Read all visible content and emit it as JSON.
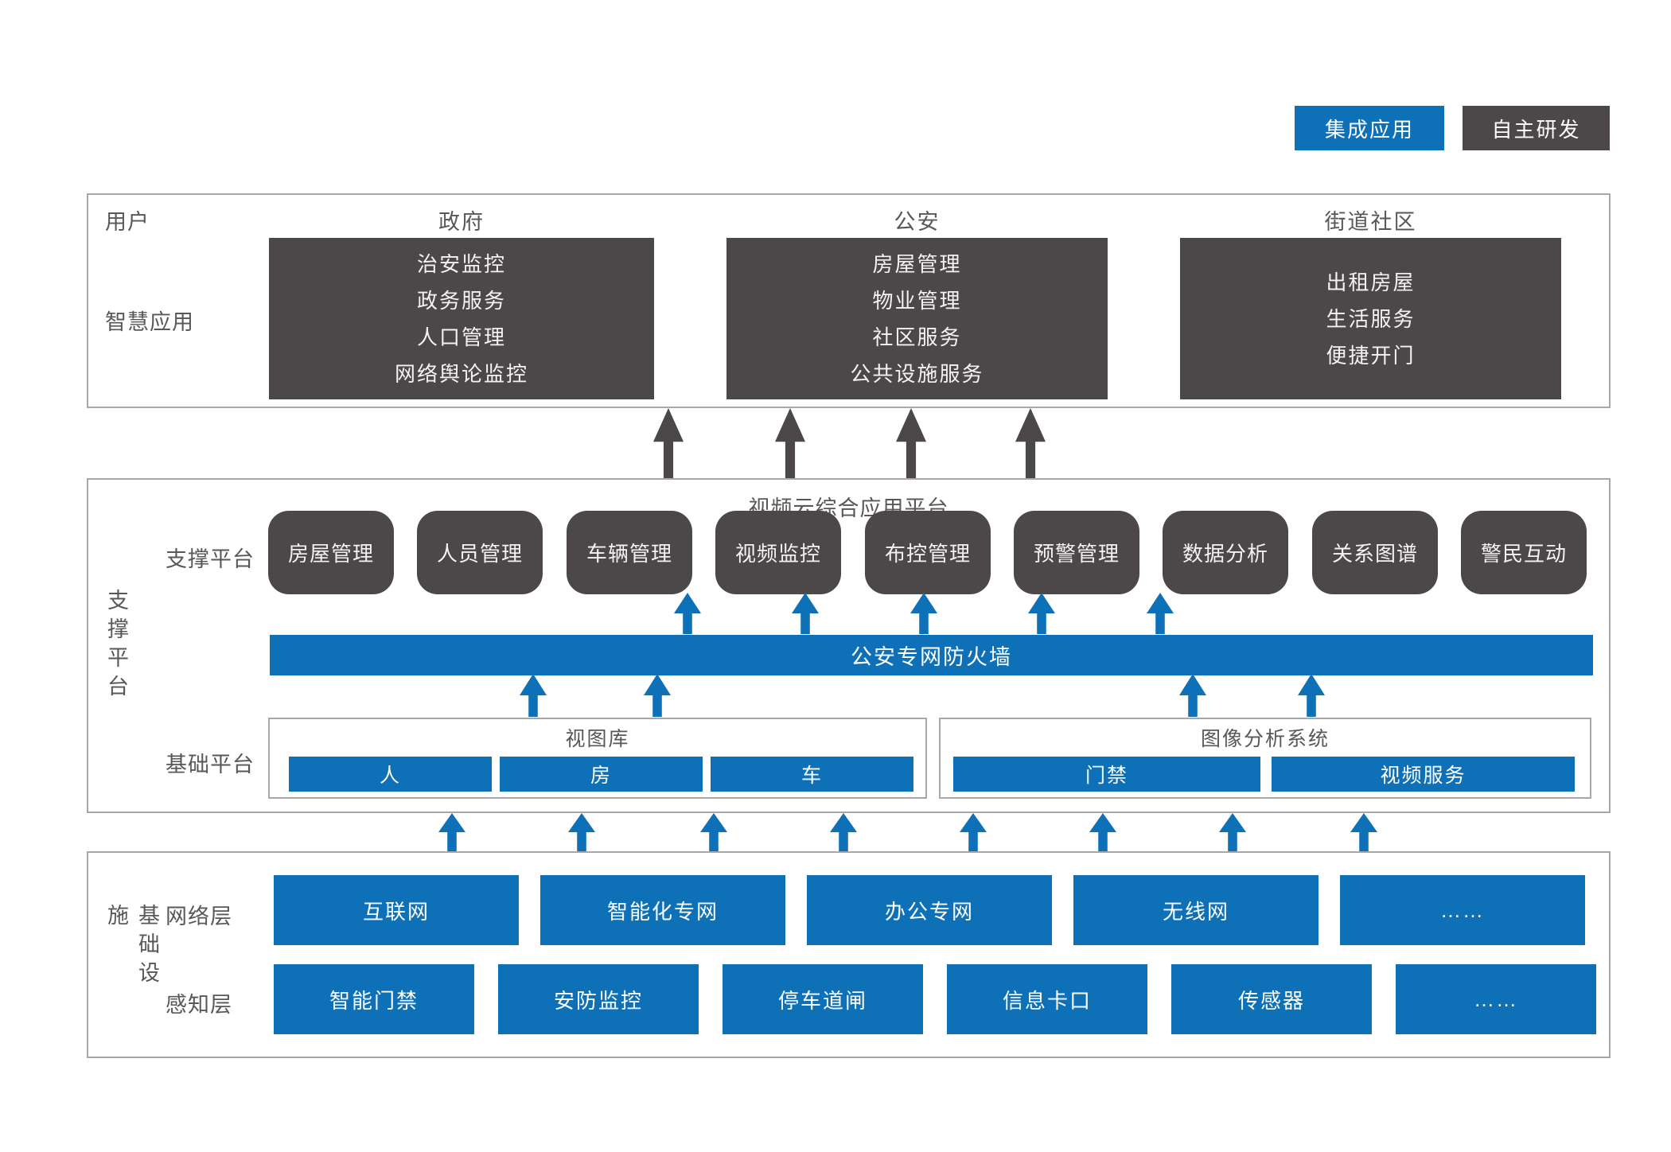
{
  "legend": {
    "integrated_app": "集成应用",
    "self_developed": "自主研发"
  },
  "colors": {
    "accent_blue": "#0e71b8",
    "dark_gray": "#4c4849",
    "border_gray": "#a9a6a7",
    "label_gray": "#595757"
  },
  "top_section": {
    "user_label": "用户",
    "smart_app_label": "智慧应用",
    "columns": [
      {
        "header": "政府",
        "items": [
          "治安监控",
          "政务服务",
          "人口管理",
          "网络舆论监控"
        ]
      },
      {
        "header": "公安",
        "items": [
          "房屋管理",
          "物业管理",
          "社区服务",
          "公共设施服务"
        ]
      },
      {
        "header": "街道社区",
        "items": [
          "出租房屋",
          "生活服务",
          "便捷开门"
        ]
      }
    ]
  },
  "middle_section": {
    "side_label": "支撑平台",
    "platform_title": "视频云综合应用平台",
    "support_row_label": "支撑平台",
    "support_boxes": [
      "房屋管理",
      "人员管理",
      "车辆管理",
      "视频监控",
      "布控管理",
      "预警管理",
      "数据分析",
      "关系图谱",
      "警民互动"
    ],
    "firewall_label": "公安专网防火墙",
    "base_row_label": "基础平台",
    "view_library": {
      "title": "视图库",
      "items": [
        "人",
        "房",
        "车"
      ]
    },
    "image_analysis": {
      "title": "图像分析系统",
      "items": [
        "门禁",
        "视频服务"
      ]
    }
  },
  "bottom_section": {
    "side_label": "基础设施",
    "network_row_label": "网络层",
    "network_boxes": [
      "互联网",
      "智能化专网",
      "办公专网",
      "无线网",
      "……"
    ],
    "perception_row_label": "感知层",
    "perception_boxes": [
      "智能门禁",
      "安防监控",
      "停车道闸",
      "信息卡口",
      "传感器",
      "……"
    ]
  }
}
